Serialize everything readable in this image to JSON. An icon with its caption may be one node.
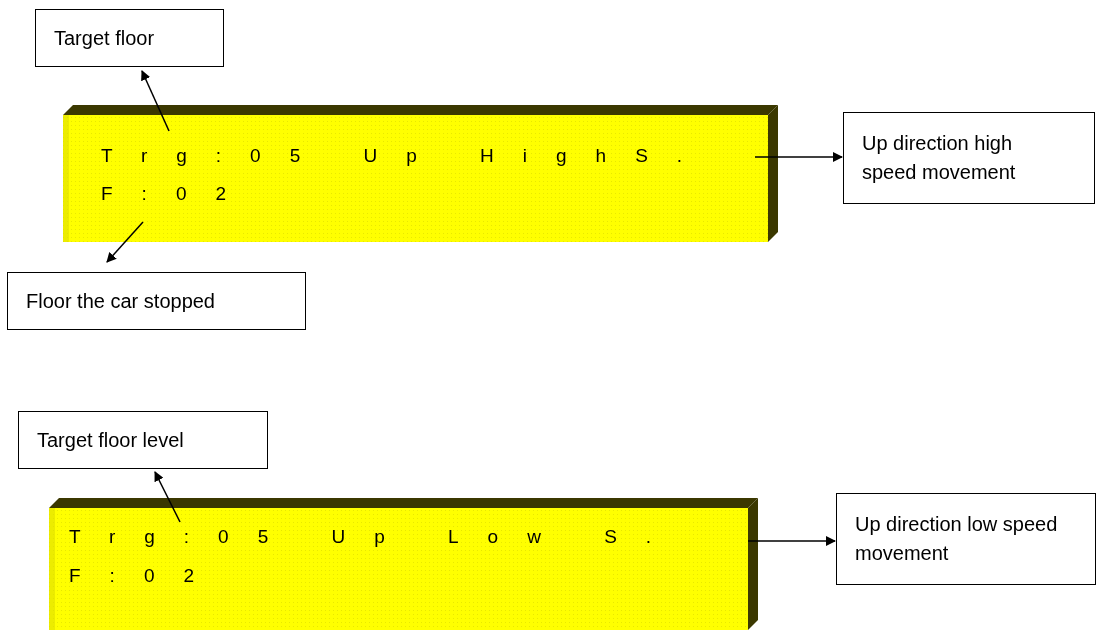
{
  "diagram": {
    "nodes": [
      {
        "text": [
          "Target floor"
        ]
      },
      {
        "text": [
          "Trg:05 Up HighS.",
          "F:02"
        ]
      },
      {
        "text": [
          "Up direction high speed movement"
        ]
      },
      {
        "text": [
          "Floor the car stopped"
        ]
      },
      {
        "text": [
          "Target floor level"
        ]
      },
      {
        "text": [
          "Trg:05 Up Low S.",
          "F:02"
        ]
      },
      {
        "text": [
          "Up direction low speed movement"
        ]
      }
    ],
    "edges": [
      {
        "from": 1,
        "to": 0,
        "arrow": "to"
      },
      {
        "from": 1,
        "to": 2,
        "arrow": "to"
      },
      {
        "from": 1,
        "to": 3,
        "arrow": "to"
      },
      {
        "from": 5,
        "to": 4,
        "arrow": "to"
      },
      {
        "from": 5,
        "to": 6,
        "arrow": "to"
      }
    ]
  }
}
